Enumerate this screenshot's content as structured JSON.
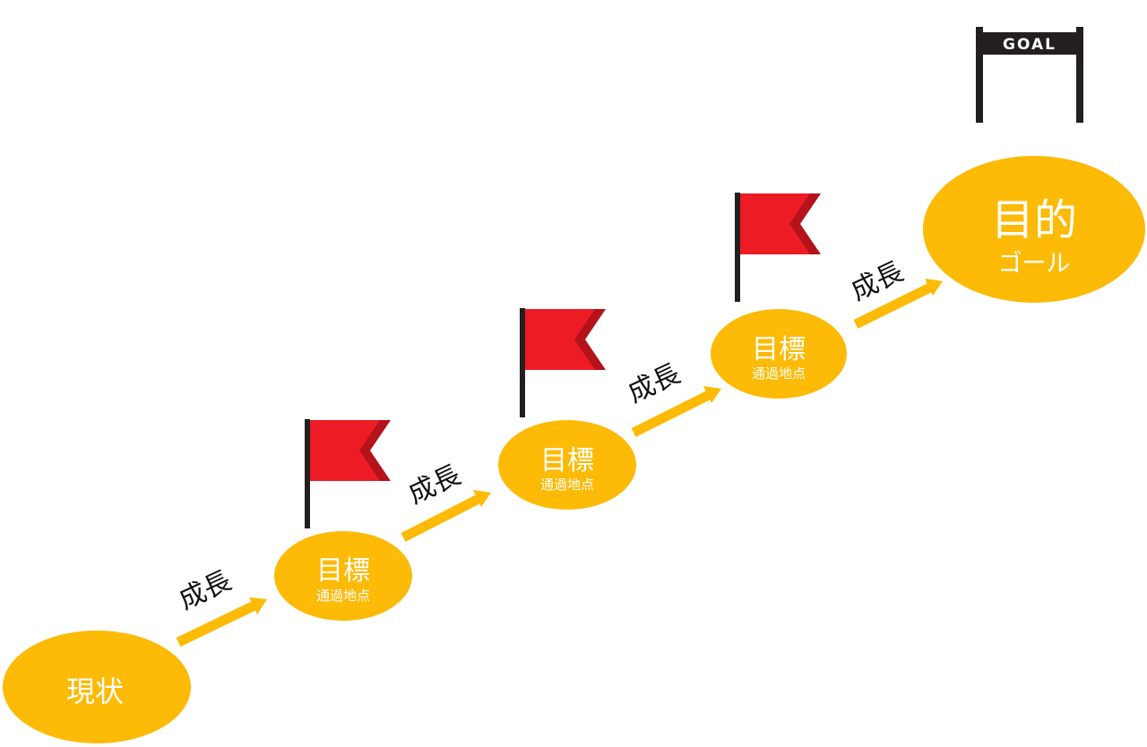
{
  "colors": {
    "node_fill": "#FDBA06",
    "arrow": "#FDBA06",
    "flag_red": "#ED1C24",
    "flag_dark_red": "#B5121B",
    "pole": "#231F20",
    "text_white": "#FFFFFF",
    "text_dark": "#111111"
  },
  "start": {
    "label": "現状"
  },
  "milestones": [
    {
      "title": "目標",
      "subtitle": "通過地点",
      "icon": "red-flag-icon"
    },
    {
      "title": "目標",
      "subtitle": "通過地点",
      "icon": "red-flag-icon"
    },
    {
      "title": "目標",
      "subtitle": "通過地点",
      "icon": "red-flag-icon"
    }
  ],
  "goal": {
    "title": "目的",
    "subtitle": "ゴール",
    "banner_text": "GOAL",
    "icon": "goal-gate-icon"
  },
  "growth_labels": [
    "成長",
    "成長",
    "成長",
    "成長"
  ]
}
